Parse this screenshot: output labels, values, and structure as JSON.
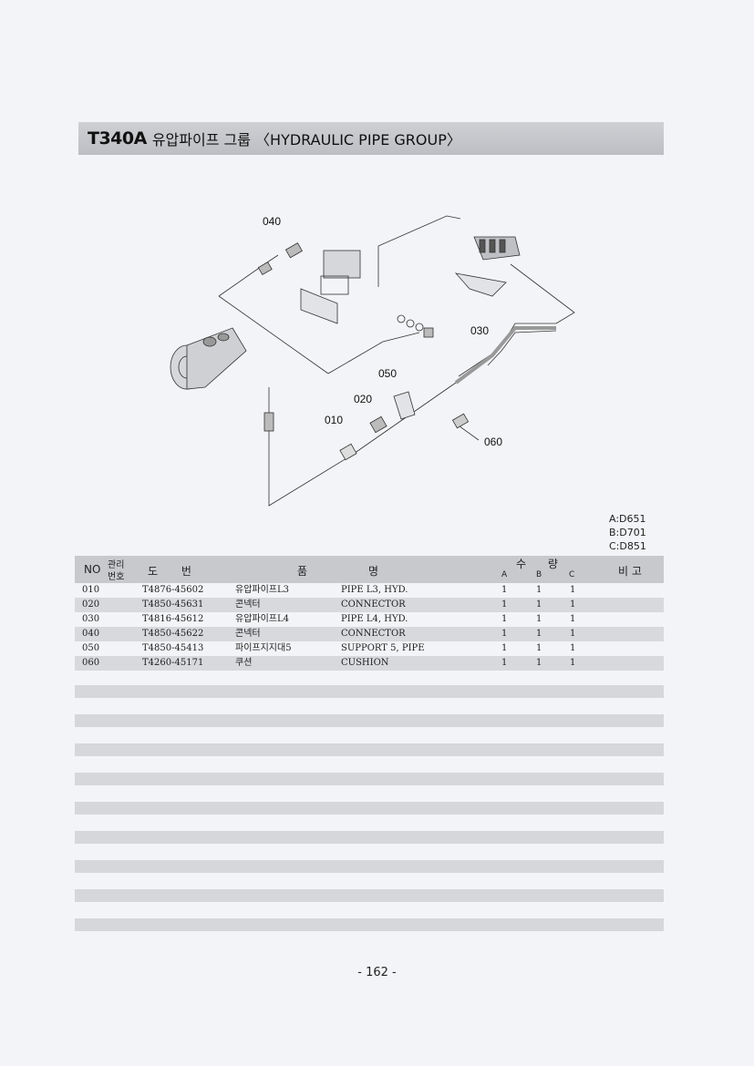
{
  "header": {
    "code": "T340A",
    "title": "유압파이프 그룹 〈HYDRAULIC PIPE GROUP〉"
  },
  "diagram": {
    "callouts": [
      "040",
      "030",
      "050",
      "020",
      "010",
      "060"
    ]
  },
  "models": [
    "A:D651",
    "B:D701",
    "C:D851"
  ],
  "table": {
    "headers": {
      "no": "NO",
      "mgmt_top": "관리",
      "mgmt_bottom": "번호",
      "drawing": "도 번",
      "name_left": "품",
      "name_right": "명",
      "qty": "수 량",
      "a": "A",
      "b": "B",
      "c": "C",
      "remarks": "비 고"
    },
    "rows": [
      {
        "no": "010",
        "part": "T4876-45602",
        "kr": "유압파이프L3",
        "en": "PIPE L3, HYD.",
        "a": "1",
        "b": "1",
        "c": "1"
      },
      {
        "no": "020",
        "part": "T4850-45631",
        "kr": "콘넥터",
        "en": "CONNECTOR",
        "a": "1",
        "b": "1",
        "c": "1"
      },
      {
        "no": "030",
        "part": "T4816-45612",
        "kr": "유압파이프L4",
        "en": "PIPE L4, HYD.",
        "a": "1",
        "b": "1",
        "c": "1"
      },
      {
        "no": "040",
        "part": "T4850-45622",
        "kr": "콘넥터",
        "en": "CONNECTOR",
        "a": "1",
        "b": "1",
        "c": "1"
      },
      {
        "no": "050",
        "part": "T4850-45413",
        "kr": "파이프지지대5",
        "en": "SUPPORT 5, PIPE",
        "a": "1",
        "b": "1",
        "c": "1"
      },
      {
        "no": "060",
        "part": "T4260-45171",
        "kr": "쿠션",
        "en": "CUSHION",
        "a": "1",
        "b": "1",
        "c": "1"
      }
    ]
  },
  "footer": {
    "page": "- 162 -"
  }
}
